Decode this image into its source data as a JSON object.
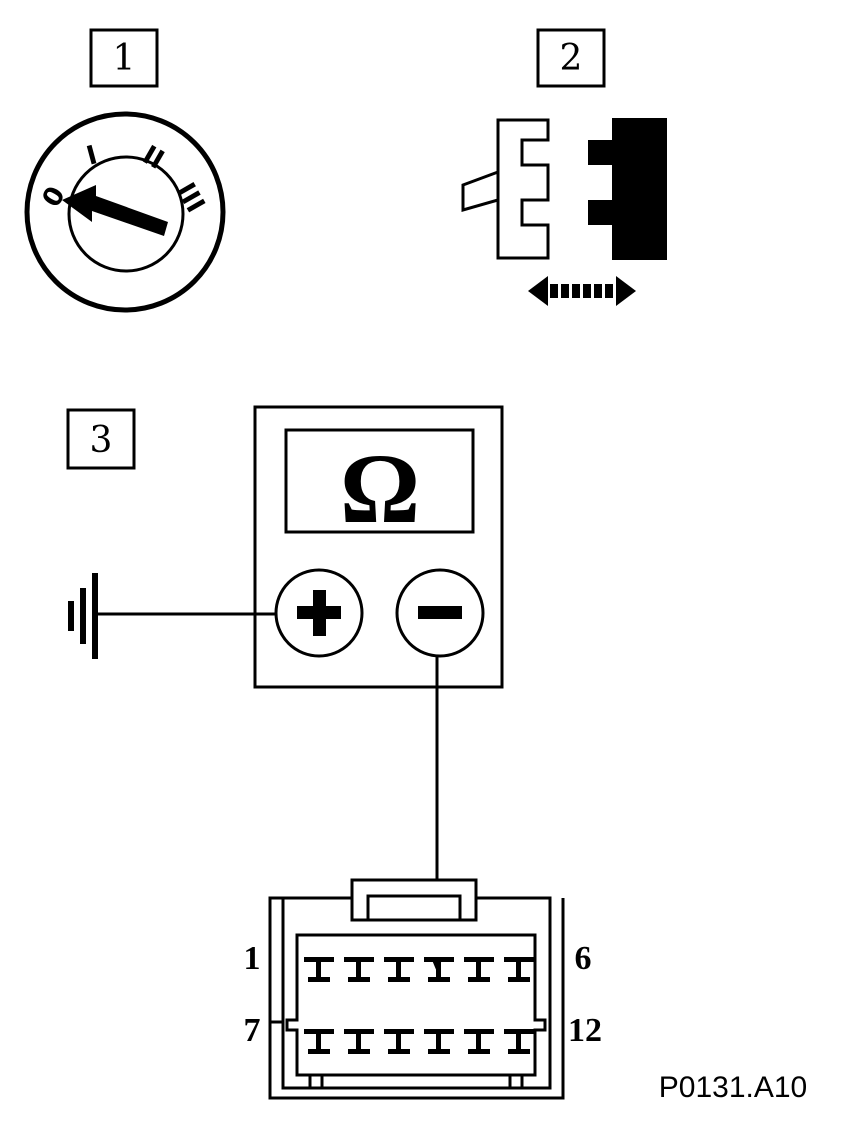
{
  "steps": [
    "1",
    "2",
    "3"
  ],
  "ignition": {
    "positions": [
      "0",
      "I",
      "II",
      "III"
    ]
  },
  "meter": {
    "unit_symbol": "Ω",
    "plus_symbol": "+",
    "minus_symbol": "−"
  },
  "connector": {
    "pin_labels": {
      "top_left": "1",
      "top_right": "6",
      "bottom_left": "7",
      "bottom_right": "12"
    }
  },
  "figure_code": "P0131.A10"
}
